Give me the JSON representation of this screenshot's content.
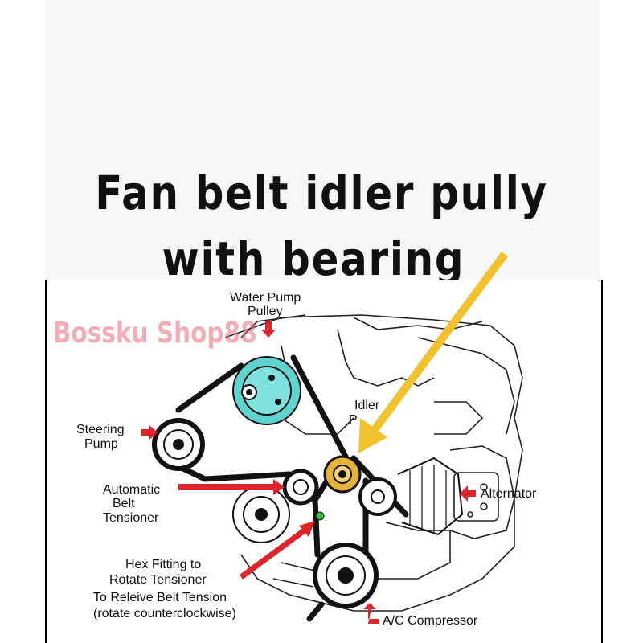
{
  "headline": {
    "line1": "Fan belt idler pully",
    "line2": "with bearing"
  },
  "watermark": "Bossku Shop88",
  "labels": {
    "water_pump_1": "Water Pump",
    "water_pump_2": "Pulley",
    "idler_1": "Idler",
    "idler_2": "P",
    "steering_1": "Steering",
    "steering_2": "Pump",
    "tensioner_1": "Automatic",
    "tensioner_2": "Belt",
    "tensioner_3": "Tensioner",
    "alternator": "Alternator",
    "hex_1": "Hex Fitting to",
    "hex_2": "Rotate Tensioner",
    "hex_3": "To Releive Belt Tension",
    "hex_4": "(rotate counterclockwise)",
    "ac": "A/C Compressor"
  },
  "colors": {
    "arrow_red": "#e0242b",
    "arrow_yellow": "#f2c12e",
    "water_pump_fill": "#5fd3cf",
    "idler_fill": "#e4b43a",
    "hex_fill": "#3cbf3c"
  }
}
